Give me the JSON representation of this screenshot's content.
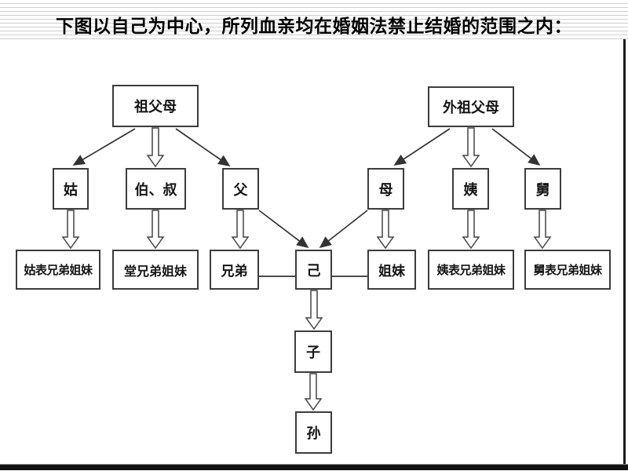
{
  "title": "下图以自己为中心，所列血亲均在婚姻法禁止结婚的范围之内：",
  "nodes": {
    "paternal_grandparents": "祖父母",
    "maternal_grandparents": "外祖父母",
    "paternal_aunt": "姑",
    "paternal_uncles": "伯、叔",
    "father": "父",
    "mother": "母",
    "maternal_aunt": "姨",
    "maternal_uncle": "舅",
    "paternal_aunt_cousins": "姑表兄弟姐妹",
    "paternal_cousins": "堂兄弟姐妹",
    "brothers": "兄弟",
    "self": "己",
    "sisters": "姐妹",
    "maternal_aunt_cousins": "姨表兄弟姐妹",
    "maternal_uncle_cousins": "舅表兄弟姐妹",
    "son": "子",
    "grandson": "孙"
  },
  "edges": [
    {
      "from": "祖父母",
      "to": "姑",
      "style": "thin-arrow"
    },
    {
      "from": "祖父母",
      "to": "伯、叔",
      "style": "hollow-arrow"
    },
    {
      "from": "祖父母",
      "to": "父",
      "style": "thin-arrow"
    },
    {
      "from": "外祖父母",
      "to": "母",
      "style": "thin-arrow"
    },
    {
      "from": "外祖父母",
      "to": "姨",
      "style": "hollow-arrow"
    },
    {
      "from": "外祖父母",
      "to": "舅",
      "style": "thin-arrow"
    },
    {
      "from": "姑",
      "to": "姑表兄弟姐妹",
      "style": "hollow-arrow"
    },
    {
      "from": "伯、叔",
      "to": "堂兄弟姐妹",
      "style": "hollow-arrow"
    },
    {
      "from": "父",
      "to": "兄弟",
      "style": "hollow-arrow"
    },
    {
      "from": "父",
      "to": "己",
      "style": "thin-arrow"
    },
    {
      "from": "母",
      "to": "己",
      "style": "thin-arrow"
    },
    {
      "from": "母",
      "to": "姐妹",
      "style": "hollow-arrow"
    },
    {
      "from": "姨",
      "to": "姨表兄弟姐妹",
      "style": "hollow-arrow"
    },
    {
      "from": "舅",
      "to": "舅表兄弟姐妹",
      "style": "hollow-arrow"
    },
    {
      "from": "兄弟",
      "to": "己",
      "style": "plain-line"
    },
    {
      "from": "己",
      "to": "姐妹",
      "style": "plain-line"
    },
    {
      "from": "己",
      "to": "子",
      "style": "hollow-arrow"
    },
    {
      "from": "子",
      "to": "孙",
      "style": "hollow-arrow"
    }
  ],
  "colors": {
    "box_border": "#3d3d3d",
    "arrow": "#333333",
    "bottom_bar": "#121212",
    "stripe": "#cfcfcf"
  }
}
